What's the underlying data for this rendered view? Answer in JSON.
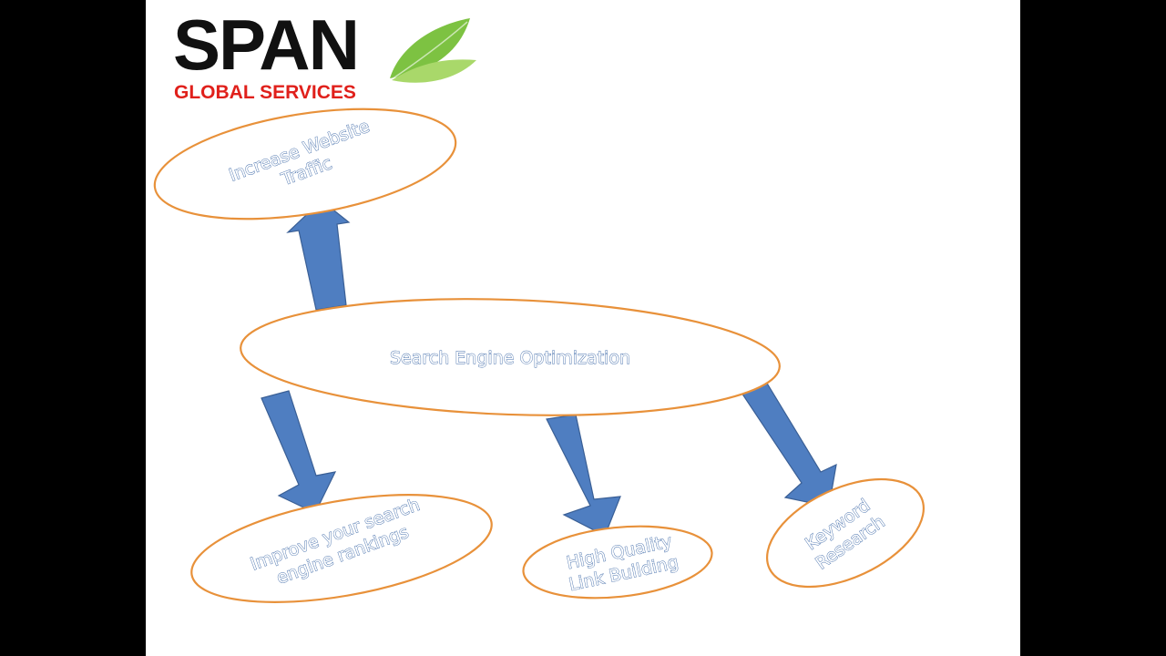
{
  "logo": {
    "name": "SPAN",
    "tagline": "GLOBAL SERVICES",
    "leaf_icon": "leaf-icon",
    "text_color": "#111111",
    "tagline_color": "#e0201b",
    "leaf_colors": [
      "#7dc242",
      "#a9d86a"
    ]
  },
  "diagram": {
    "center": {
      "label": "Search Engine Optimization"
    },
    "nodes": [
      {
        "id": "increase-traffic",
        "lines": [
          "Increase Website",
          "Traffic"
        ]
      },
      {
        "id": "improve-rankings",
        "lines": [
          "Improve your search",
          "engine rankings"
        ]
      },
      {
        "id": "link-building",
        "lines": [
          "High Quality",
          "Link Building"
        ]
      },
      {
        "id": "keyword-research",
        "lines": [
          "Keyword",
          "Research"
        ]
      }
    ],
    "colors": {
      "ellipse_stroke": "#e8913a",
      "arrow_fill": "#4f7ec1",
      "arrow_stroke": "#3a5f95",
      "text_fill": "#ffffff",
      "text_outline": "#3f6aa8"
    }
  }
}
